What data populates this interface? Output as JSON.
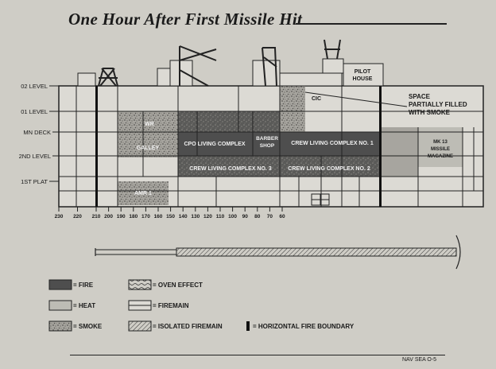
{
  "title": "One Hour After First Missile Hit",
  "level_labels": [
    "02 LEVEL",
    "01 LEVEL",
    "MN DECK",
    "2ND LEVEL",
    "1ST PLAT"
  ],
  "frame_numbers": [
    "230",
    "220",
    "210",
    "200",
    "190",
    "180",
    "170",
    "160",
    "150",
    "140",
    "130",
    "120",
    "110",
    "100",
    "90",
    "80",
    "70",
    "60"
  ],
  "compartments": {
    "wr": "WR",
    "galley": "GALLEY",
    "amr": "AMR 1",
    "cpo": "CPO LIVING COMPLEX",
    "barber": [
      "BARBER",
      "SHOP"
    ],
    "crew1": "CREW LIVING COMPLEX NO. 1",
    "crew2": "CREW LIVING COMPLEX NO. 2",
    "crew3": "CREW LIVING COMPLEX NO. 3",
    "cic": "CIC",
    "pilot": [
      "PILOT",
      "HOUSE"
    ],
    "mk13": [
      "MK 13",
      "MISSILE",
      "MAGAZINE"
    ]
  },
  "callout": [
    "SPACE",
    "PARTIALLY FILLED",
    "WITH SMOKE"
  ],
  "legend": {
    "fire": "= FIRE",
    "heat": "= HEAT",
    "smoke": "= SMOKE",
    "oven": "= OVEN EFFECT",
    "firemain": "= FIREMAIN",
    "isolated": "= ISOLATED FIREMAIN",
    "boundary": "= HORIZONTAL FIRE BOUNDARY"
  },
  "source": "NAV SEA O-5",
  "colors": {
    "fire": "#4e4e4e",
    "heat": "#bdbcb5",
    "smoke": "#9c9a94",
    "background": "#cfcdc6",
    "line": "#222222"
  }
}
